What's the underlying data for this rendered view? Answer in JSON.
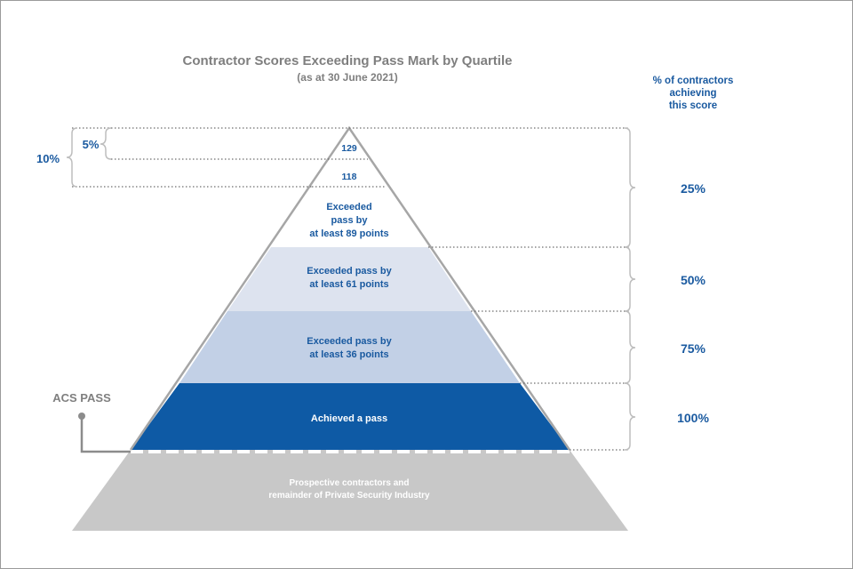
{
  "title": "Contractor Scores Exceeding Pass Mark by Quartile",
  "subtitle": "(as at 30 June 2021)",
  "right_header": [
    "% of contractors",
    "achieving",
    "this score"
  ],
  "tiers": {
    "top_score": "129",
    "second_score": "118",
    "upper_quartile": [
      "Exceeded",
      "pass by",
      "at least 89 points"
    ],
    "second_quartile": [
      "Exceeded pass by",
      "at least 61 points"
    ],
    "third_quartile": [
      "Exceeded pass by",
      "at least 36 points"
    ],
    "pass": "Achieved a pass",
    "base": [
      "Prospective contractors and",
      "remainder of Private Security Industry"
    ]
  },
  "left_percents": {
    "five": "5%",
    "ten": "10%"
  },
  "right_percents": [
    "25%",
    "50%",
    "75%",
    "100%"
  ],
  "acs_pass_label": "ACS PASS",
  "colors": {
    "tier_upper": "#ffffff",
    "tier_61": "#dde3ef",
    "tier_36": "#c2d0e6",
    "tier_pass": "#0e5aa5",
    "tier_base": "#c8c8c8",
    "outline": "#a6a6a6",
    "label_blue": "#1a5aa0",
    "title_gray": "#7f7f7f"
  }
}
